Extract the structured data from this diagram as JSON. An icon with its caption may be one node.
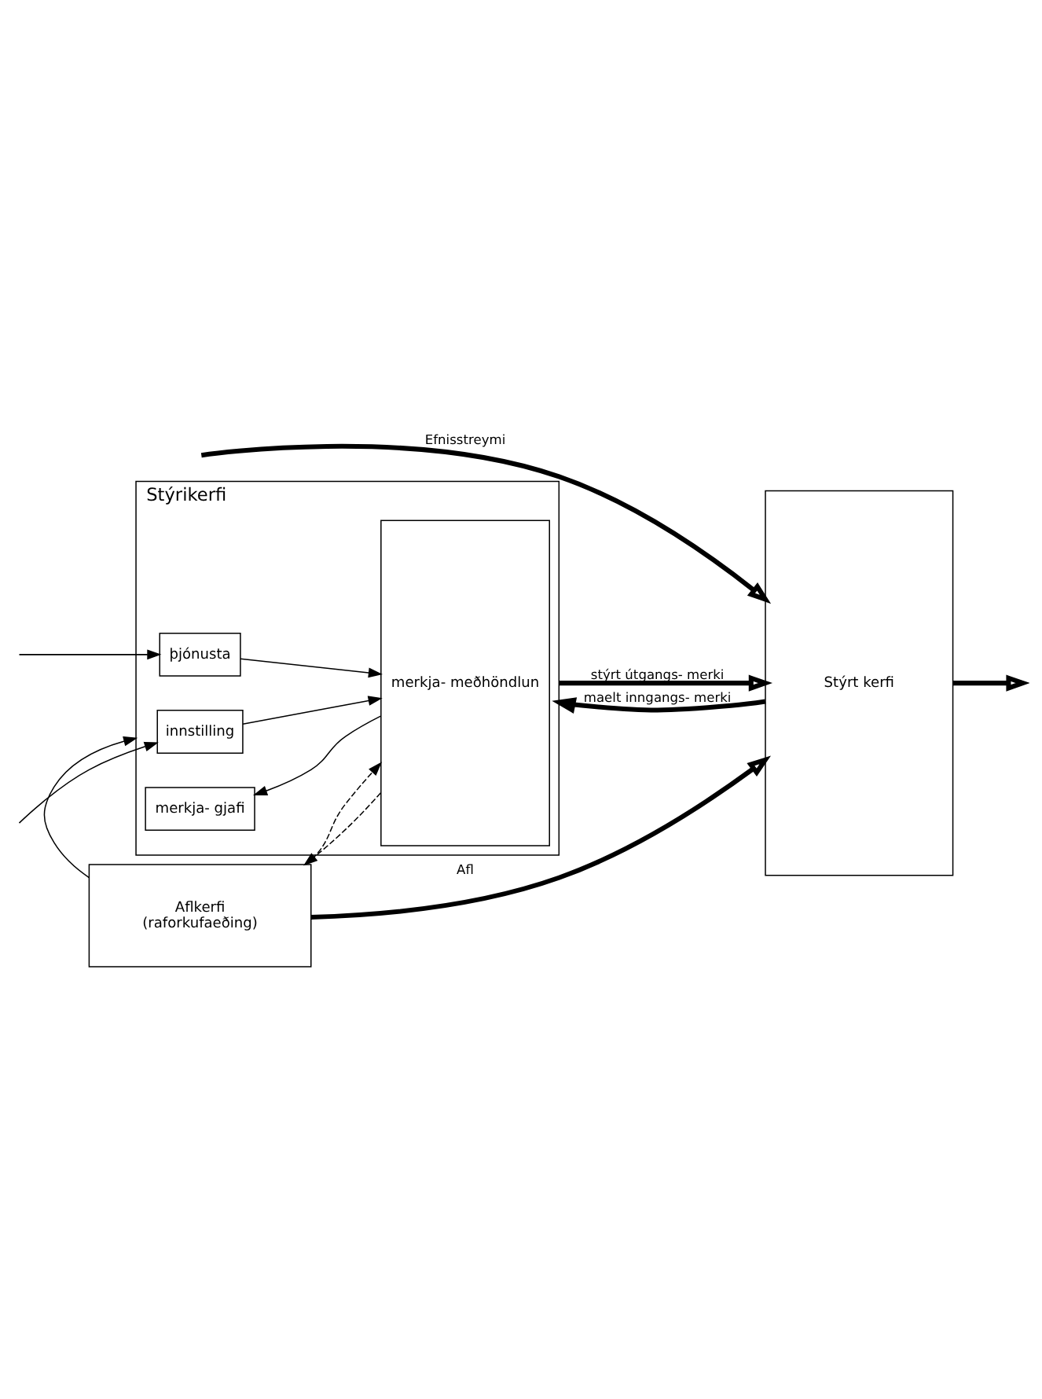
{
  "diagram": {
    "nodes": [
      {
        "text": [
          "Aflkerfi",
          "(raforkufaeðing)"
        ]
      },
      {
        "text": [
          "Stýrikerfi"
        ]
      },
      {
        "text": [
          "innstilling"
        ],
        "in": 1
      },
      {
        "text": [
          "þjónusta"
        ],
        "in": 1
      },
      {
        "text": [
          "merkja- gjafi"
        ],
        "in": 1
      },
      {
        "text": [
          "merkja- meðhöndlun"
        ],
        "in": 1
      },
      {
        "text": [
          "Stýrt kerfi"
        ]
      }
    ],
    "edges": [
      {
        "from": 0,
        "to": 1,
        "arrow": "to"
      },
      {
        "from": 5,
        "to": 0,
        "arrow": "to",
        "style": "dashed"
      },
      {
        "from": 0,
        "to": 5,
        "arrow": "to",
        "style": "dashed"
      },
      {
        "from": null,
        "to": 2,
        "arrow": "to"
      },
      {
        "from": null,
        "to": 3,
        "arrow": "to"
      },
      {
        "from": 2,
        "to": 5,
        "arrow": "to"
      },
      {
        "from": 3,
        "to": 5,
        "arrow": "to"
      },
      {
        "from": 5,
        "to": 4,
        "arrow": "to"
      },
      {
        "from": 0,
        "to": 6,
        "arrow": "to",
        "label": "Afl",
        "style": "thick"
      },
      {
        "from": 1,
        "to": 6,
        "arrow": "to",
        "label": "stýrt útgangs- merki",
        "style": "thick"
      },
      {
        "from": 6,
        "to": 1,
        "arrow": "to",
        "label": "maelt inngangs- merki",
        "style": "thick"
      },
      {
        "from": null,
        "to": 6,
        "arrow": "to",
        "label": "Efnisstreymi",
        "style": "thick"
      },
      {
        "from": 6,
        "to": null,
        "arrow": "to",
        "style": "thick"
      }
    ]
  }
}
